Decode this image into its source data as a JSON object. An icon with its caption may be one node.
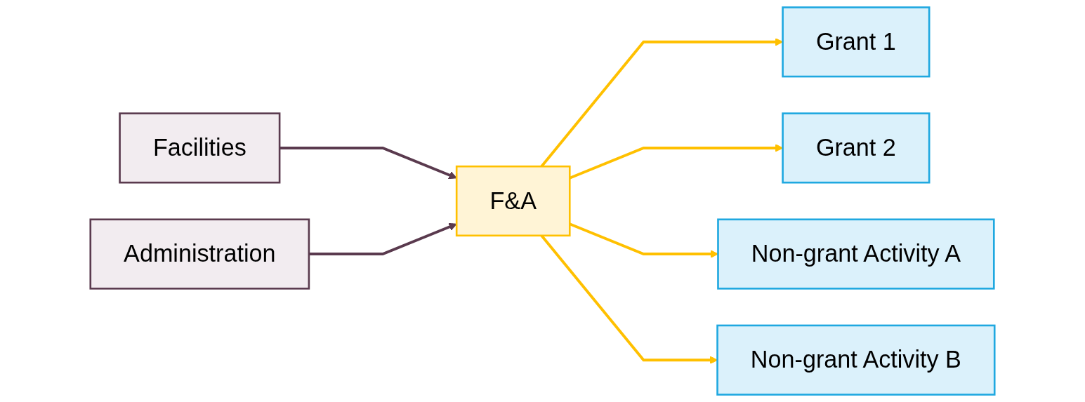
{
  "diagram": {
    "nodes": [
      {
        "text": [
          "Facilities"
        ]
      },
      {
        "text": [
          "Administration"
        ]
      },
      {
        "text": [
          "F&A"
        ]
      },
      {
        "text": [
          "Grant 1"
        ]
      },
      {
        "text": [
          "Grant 2"
        ]
      },
      {
        "text": [
          "Non-grant Activity A"
        ]
      },
      {
        "text": [
          "Non-grant Activity B"
        ]
      }
    ],
    "edges": [
      {
        "from": 0,
        "to": 2,
        "arrow": "to",
        "color": "#5a3a4e"
      },
      {
        "from": 1,
        "to": 2,
        "arrow": "to",
        "color": "#5a3a4e"
      },
      {
        "from": 2,
        "to": 3,
        "arrow": "to"
      },
      {
        "from": 2,
        "to": 4,
        "arrow": "to"
      },
      {
        "from": 2,
        "to": 5,
        "arrow": "to"
      },
      {
        "from": 2,
        "to": 6,
        "arrow": "to"
      }
    ]
  }
}
